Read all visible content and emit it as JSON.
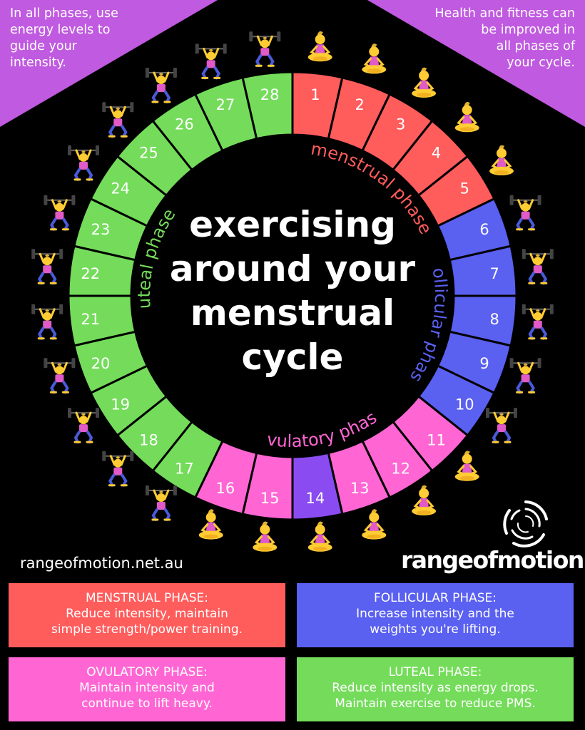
{
  "top_left_note": [
    "In all phases, use",
    "energy levels to",
    "guide your",
    "intensity."
  ],
  "top_right_note": [
    "Health and fitness can",
    "be improved  in",
    "all phases of",
    "your cycle."
  ],
  "title": [
    "exercising",
    "around your",
    "menstrual",
    "cycle"
  ],
  "days": [
    "1",
    "2",
    "3",
    "4",
    "5",
    "6",
    "7",
    "8",
    "9",
    "10",
    "11",
    "12",
    "13",
    "14",
    "15",
    "16",
    "17",
    "18",
    "19",
    "20",
    "21",
    "22",
    "23",
    "24",
    "25",
    "26",
    "27",
    "28"
  ],
  "phases": [
    {
      "key": "menstrual",
      "arc_label": "menstrual phase",
      "color": "#ff5c5c",
      "days": [
        1,
        2,
        3,
        4,
        5
      ],
      "activity_icon": "meditation-icon"
    },
    {
      "key": "follicular",
      "arc_label": "follicular phase",
      "color": "#5a60f0",
      "days": [
        6,
        7,
        8,
        9,
        10
      ],
      "activity_icon": "weightlifter-icon"
    },
    {
      "key": "ovulatory",
      "arc_label": "ovulatory phase",
      "color": "#ff66d4",
      "days": [
        11,
        12,
        13,
        15,
        16
      ],
      "activity_icon": "meditation-icon"
    },
    {
      "key": "ovulation-day",
      "arc_label": "",
      "color": "#8a4cf0",
      "days": [
        14
      ],
      "activity_icon": "meditation-icon"
    },
    {
      "key": "luteal",
      "arc_label": "luteal phase",
      "color": "#74dc5a",
      "days": [
        17,
        18,
        19,
        20,
        21,
        22,
        23,
        24,
        25,
        26,
        27,
        28
      ],
      "activity_icon": "weightlifter-icon"
    }
  ],
  "colors": {
    "corner": "#c05ae0",
    "background": "#000000"
  },
  "footer": {
    "url": "rangeofmotion.net.au",
    "brand": "rangeofmotion"
  },
  "boxes": {
    "menstrual": {
      "title": "MENSTRUAL PHASE:",
      "lines": [
        "Reduce intensity, maintain",
        "simple strength/power training."
      ]
    },
    "follicular": {
      "title": "FOLLICULAR PHASE:",
      "lines": [
        "Increase intensity and the",
        "weights you're lifting."
      ]
    },
    "ovulatory": {
      "title": "OVULATORY PHASE:",
      "lines": [
        "Maintain intensity and",
        "continue to lift heavy."
      ]
    },
    "luteal": {
      "title": "LUTEAL PHASE:",
      "lines": [
        "Reduce intensity as energy drops.",
        "Maintain exercise to reduce PMS."
      ]
    }
  }
}
